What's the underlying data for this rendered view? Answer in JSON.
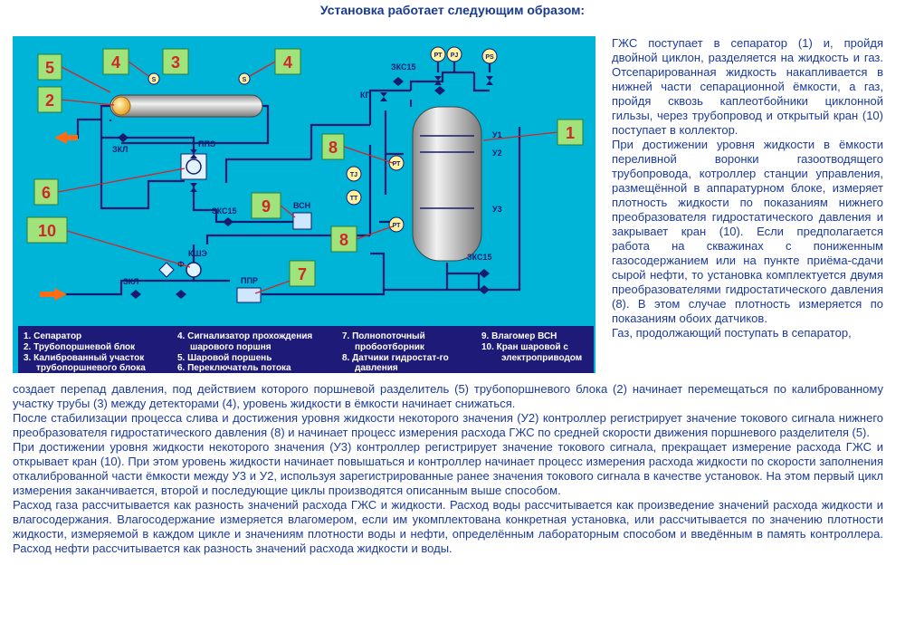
{
  "title": "Установка работает следующим образом:",
  "diagram": {
    "callouts": [
      "5",
      "4",
      "3",
      "4",
      "2",
      "1",
      "8",
      "6",
      "9",
      "10",
      "8",
      "7"
    ],
    "device_labels": {
      "zhs15_top": "ЗКС15",
      "kp": "КП",
      "u1": "У1",
      "u2": "У2",
      "u3": "У3",
      "zkl_top": "ЗКЛ",
      "ppe": "ППЭ",
      "zhs15_mid": "ЗКС15",
      "vsn": "ВСН",
      "kshe": "КШЭ",
      "zkl_bottom": "ЗКЛ",
      "f": "Ф",
      "ppr": "ППР",
      "zhs15_bottom": "ЗКС15"
    },
    "gauges": [
      "S",
      "S",
      "РТ",
      "РJ",
      "РS",
      "РТ",
      "ТJ",
      "ТТ",
      "РТ"
    ],
    "legend": [
      "1. Сепаратор",
      "2. Трубопоршневой блок",
      "3. Калиброванный участок",
      "трубопоршневого блока",
      "4. Сигнализатор прохождения",
      "шарового поршня",
      "5. Шаровой поршень",
      "6. Переключатель потока",
      "7. Полнопоточный",
      "пробоотборник",
      "8. Датчики гидростат-го",
      "давления",
      "9.   Влагомер ВСН",
      "10. Кран шаровой с",
      "электроприводом"
    ],
    "colors": {
      "background": "#00b4d8",
      "pipe": "#1a1a6e",
      "callout_box": "#9fe37a",
      "callout_text": "#d0262b",
      "arrow": "#ff6a14",
      "legend_bg": "#1e1a78"
    }
  },
  "paragraphs_right": [
    "ГЖС поступает в сепаратор (1) и, пройдя двойной циклон, разделяется на жидкость и газ. Отсепарированная жидкость накапливается в нижней части сепарационной ёмкости, а газ, пройдя сквозь каплеотбойники циклонной гильзы, через трубопровод и открытый кран (10) поступает в коллектор.",
    "При достижении уровня жидкости в ёмкости переливной воронки газоотводящего трубопровода, котроллер станции управления, размещённой в аппаратурном блоке, измеряет плотность жидкости по показаниям нижнего преобразователя гидростатического давления и закрывает кран (10). Если предполагается работа на скважинах с пониженным газосодержанием или на пункте приёма-сдачи сырой нефти, то установка комплектуется двумя преобразователями гидростатического давления (8). В этом случае плотность измеряется по показаниям обоих датчиков.",
    "Газ, продолжающий поступать в сепаратор,"
  ],
  "paragraphs_bottom": [
    "создает перепад давления, под действием которого поршневой разделитель (5) трубопоршневого блока (2) начинает перемещаться по калиброванному участку трубы (3) между детекторами (4), уровень жидкости в ёмкости начинает снижаться.",
    "После стабилизации процесса слива и достижения уровня жидкости некоторого значения (У2) контроллер регистрирует значение токового сигнала нижнего преобразователя гидростатического давления (8) и начинает процесс измерения расхода ГЖС по средней скорости движения поршневого разделителя (5).",
    "При достижении уровня жидкости некоторого значения (У3) контроллер регистрирует значение токового сигнала, прекращает измерение расхода ГЖС и открывает кран (10). При этом уровень жидкости начинает повышаться и контроллер начинает процесс измерения расхода жидкости по скорости заполнения откалиброванной части ёмкости между У3 и У2, используя зарегистрированные ранее значения токового сигнала в качестве установок. На этом первый цикл измерения заканчивается, второй и последующие циклы производятся описанным выше способом.",
    "Расход газа рассчитывается как разность значений расхода ГЖС и жидкости. Расход воды рассчитывается как произведение значений расхода жидкости и влагосодержания. Влагосодержание измеряется влагомером, если им укомплектована конкретная установка, или рассчитывается по значению плотности жидкости, измеряемой в каждом цикле и значениям плотности воды и нефти, определённым лабораторным способом и введённым в память контроллера. Расход нефти рассчитывается как разность значений расхода жидкости и воды."
  ]
}
